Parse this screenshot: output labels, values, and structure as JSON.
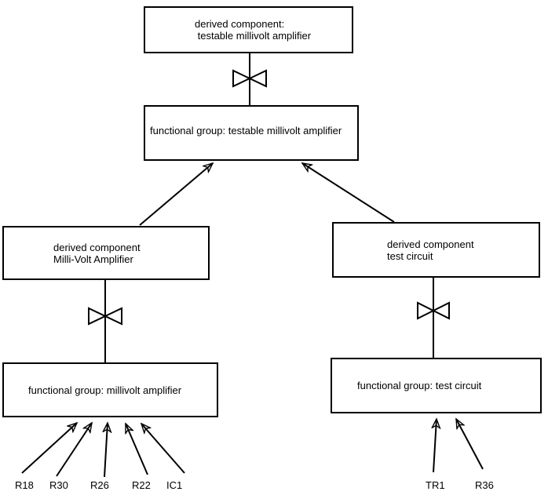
{
  "diagram": {
    "title": "component decomposition diagram",
    "colors": {
      "background": "#ffffff",
      "line": "#000000",
      "text": "#000000"
    },
    "symbols": {
      "connector": "bowtie",
      "arrowhead": "open-barbed-arrow"
    },
    "boxes": {
      "derived_testable": {
        "line1": "derived component:",
        "line2": " testable millivolt amplifier"
      },
      "fg_testable": {
        "line1": "functional group: testable millivolt amplifier"
      },
      "derived_millivolt": {
        "line1": "derived component",
        "line2": "Milli-Volt Amplifier"
      },
      "derived_test": {
        "line1": "derived component",
        "line2": "test circuit"
      },
      "fg_millivolt": {
        "line1": "functional group: millivolt amplifier"
      },
      "fg_test": {
        "line1": "functional group: test circuit"
      }
    },
    "component_labels_left": [
      "R18",
      "R30",
      "R26",
      "R22",
      "IC1"
    ],
    "component_labels_right": [
      "TR1",
      "R36"
    ]
  }
}
